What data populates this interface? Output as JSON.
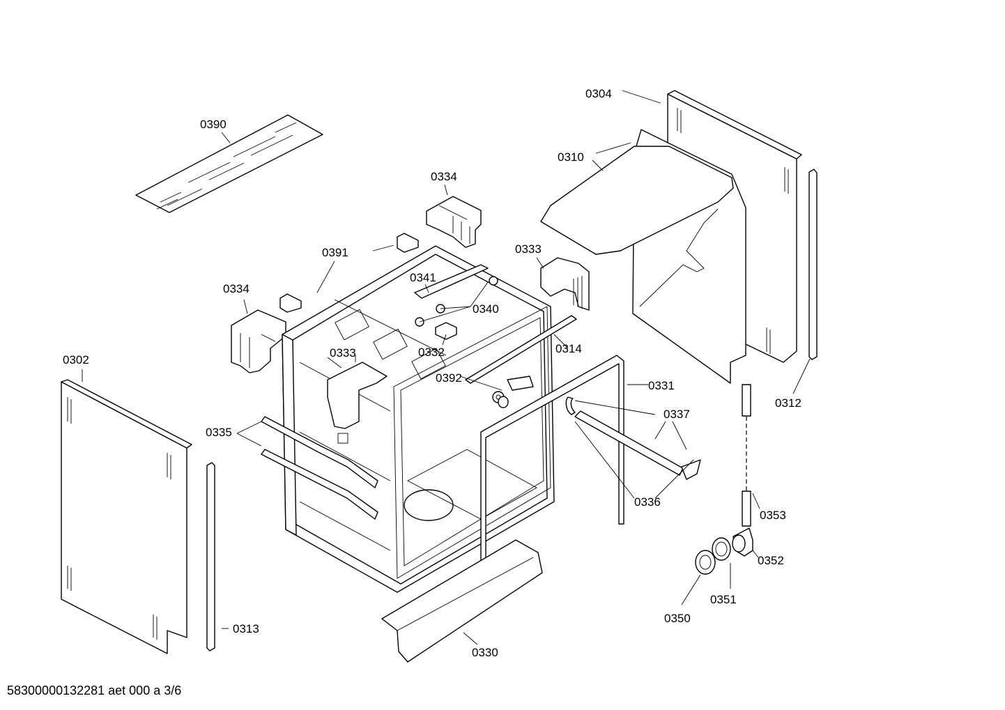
{
  "diagram": {
    "footer_text": "58300000132281 aet 000 a 3/6",
    "callouts": {
      "c0390": "0390",
      "c0304": "0304",
      "c0310": "0310",
      "c0334_top": "0334",
      "c0391": "0391",
      "c0333_right": "0333",
      "c0334_left": "0334",
      "c0341": "0341",
      "c0340": "0340",
      "c0314": "0314",
      "c0332": "0332",
      "c0302": "0302",
      "c0333_center": "0333",
      "c0392": "0392",
      "c0331": "0331",
      "c0312": "0312",
      "c0337": "0337",
      "c0335": "0335",
      "c0336": "0336",
      "c0353": "0353",
      "c0352": "0352",
      "c0351": "0351",
      "c0350": "0350",
      "c0313": "0313",
      "c0330": "0330"
    }
  }
}
